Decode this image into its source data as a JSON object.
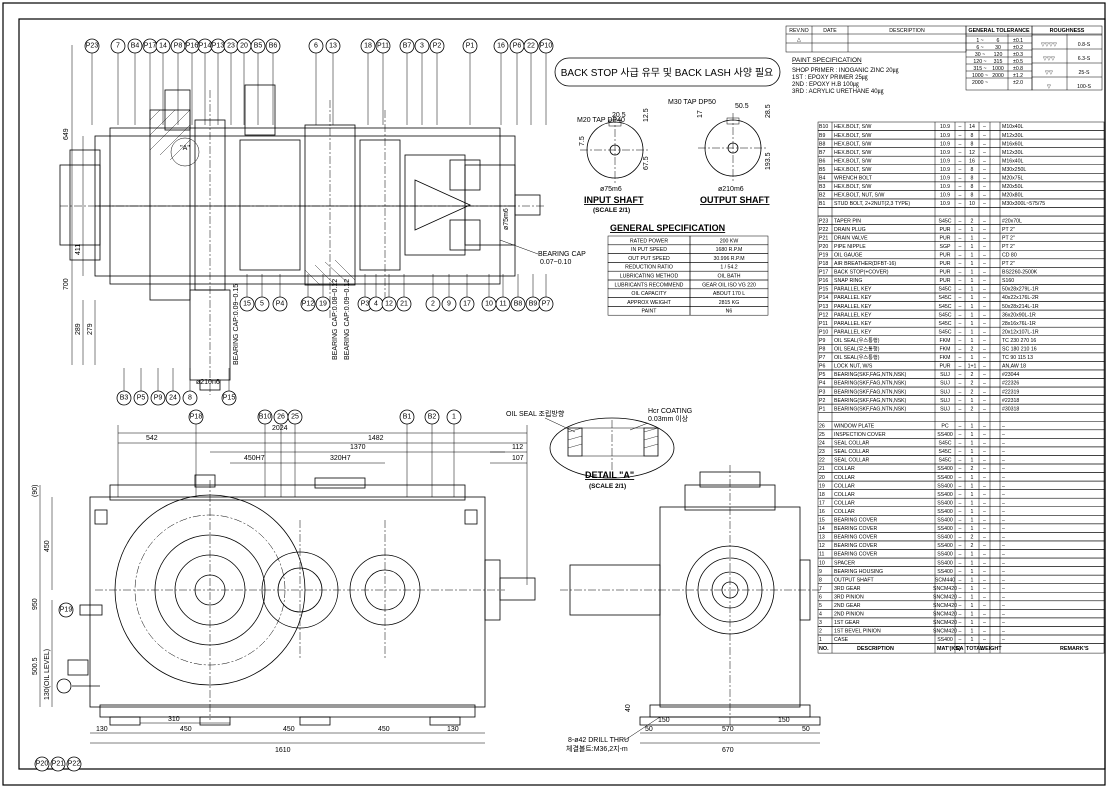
{
  "notice": "BACK STOP 사급 유무 및 BACK LASH 사양 필요",
  "revision": {
    "headers": [
      "REV.NO",
      "DATE",
      "DESCRIPTION"
    ],
    "symbol": "△"
  },
  "general_tolerance": {
    "title": "GENERAL TOLERANCE",
    "rows": [
      [
        "1 ~",
        "6",
        "±0.1"
      ],
      [
        "6 ~",
        "30",
        "±0.2"
      ],
      [
        "30 ~",
        "120",
        "±0.3"
      ],
      [
        "120 ~",
        "315",
        "±0.5"
      ],
      [
        "315 ~",
        "1000",
        "±0.8"
      ],
      [
        "1000 ~",
        "2000",
        "±1.2"
      ],
      [
        "2000 ~",
        "",
        "±2.0"
      ]
    ]
  },
  "roughness": {
    "title": "ROUGHNESS",
    "rows": [
      [
        "▽▽▽▽",
        "0.8-S"
      ],
      [
        "▽▽▽",
        "6.3-S"
      ],
      [
        "▽▽",
        "25-S"
      ],
      [
        "▽",
        "100-S"
      ]
    ]
  },
  "paint_spec": {
    "title": "PAINT SPECIFICATION",
    "lines": [
      "SHOP PRIMER : INOGANIC ZINC 20㎍",
      "1ST : EPOXY PRIMER 25㎍",
      "2ND : EPOXY H.B 100㎍",
      "3RD : ACRYLIC URETHANE 40㎍"
    ]
  },
  "input_shaft": {
    "title": "INPUT SHAFT",
    "scale": "(SCALE 2/1)",
    "tap": "M20 TAP DP40",
    "dims": [
      "20.5",
      "12.5",
      "7.5",
      "67.5",
      "ø75m6"
    ]
  },
  "output_shaft": {
    "title": "OUTPUT SHAFT",
    "tap": "M30 TAP DP50",
    "dims": [
      "50.5",
      "28.5",
      "17",
      "193.5",
      "ø210m6"
    ]
  },
  "general_spec": {
    "title": "GENERAL SPECIFICATION",
    "rows": [
      [
        "RATED POWER",
        "200 KW"
      ],
      [
        "IN PUT SPEED",
        "1680 R.P.M"
      ],
      [
        "OUT PUT SPEED",
        "30.996 R.P.M"
      ],
      [
        "REDUCTION RATIO",
        "1 / 54.2"
      ],
      [
        "LUBRICATING METHOD",
        "OIL BATH"
      ],
      [
        "LUBRICANTS RECOMMEND",
        "GEAR OIL ISO VG 220"
      ],
      [
        "OIL CAPACITY",
        "ABOUT 170 L"
      ],
      [
        "APPROX WEIGHT",
        "2815 KG"
      ],
      [
        "PAINT",
        "N6"
      ]
    ]
  },
  "detail_a": {
    "title": "DETAIL \"A\"",
    "scale": "(SCALE 2/1)",
    "oil_seal": "OIL SEAL 조립방향",
    "coating": "Hcr COATING",
    "coating2": "0.03mm 이상"
  },
  "bearing_cap_notes": [
    "BEARING CAP",
    "0.07~0.10"
  ],
  "vertical_notes": [
    "BEARING CAP:0.09~0.15",
    "BEARING CAP:0.08~0.12",
    "BEARING CAP:0.09~0.12"
  ],
  "top_view": {
    "balloons_top": [
      "P23",
      "7",
      "B4",
      "P17",
      "14",
      "P8",
      "P16",
      "P14",
      "P13",
      "23",
      "20",
      "B5",
      "B6",
      "6",
      "13",
      "18",
      "P11",
      "B7",
      "3",
      "P2",
      "P1",
      "16",
      "P6",
      "22",
      "P10"
    ],
    "balloons_bottom": [
      "B3",
      "P5",
      "P9",
      "24",
      "8",
      "P15",
      "15",
      "5",
      "P4",
      "P12",
      "19",
      "P3",
      "4",
      "12",
      "21",
      "2",
      "9",
      "17",
      "10",
      "11",
      "B8",
      "B9",
      "P7"
    ],
    "label_A": "\"A\"",
    "dims": [
      "649",
      "411",
      "700",
      "289",
      "279",
      "ø210n6",
      "ø75m6"
    ]
  },
  "front_view": {
    "balloons": [
      "P18",
      "B10",
      "26",
      "25",
      "B1",
      "B2",
      "1",
      "P19",
      "P20",
      "P21",
      "P22"
    ],
    "dims_top": [
      "2024",
      "1482",
      "542",
      "1370",
      "450H7",
      "320H7",
      "112",
      "107"
    ],
    "dims_side": [
      "(90)",
      "450",
      "950",
      "500.5",
      "130(OIL LEVEL)"
    ],
    "dims_bottom": [
      "130",
      "310",
      "450",
      "450",
      "450",
      "130",
      "1610"
    ]
  },
  "side_view": {
    "dims": [
      "150",
      "570",
      "150",
      "670",
      "50",
      "50",
      "40"
    ],
    "note": "8-ø42 DRILL THRU",
    "note2": "체결볼트:M36,2지-m"
  },
  "parts_list": {
    "headers": [
      "NO.",
      "DESCRIPTION",
      "MAT'(KS)",
      "EA",
      "TOTAL",
      "WEIGHT",
      "REMARK'S"
    ],
    "rows": [
      [
        "B10",
        "HEX.BOLT, S/W",
        "10.9",
        "–",
        "14",
        "–",
        "M10x40L"
      ],
      [
        "B9",
        "HEX.BOLT, S/W",
        "10.9",
        "–",
        "8",
        "–",
        "M12x30L"
      ],
      [
        "B8",
        "HEX.BOLT, S/W",
        "10.9",
        "–",
        "8",
        "–",
        "M16x60L"
      ],
      [
        "B7",
        "HEX.BOLT, S/W",
        "10.9",
        "–",
        "12",
        "–",
        "M12x30L"
      ],
      [
        "B6",
        "HEX.BOLT, S/W",
        "10.9",
        "–",
        "16",
        "–",
        "M16x40L"
      ],
      [
        "B5",
        "HEX.BOLT, S/W",
        "10.9",
        "–",
        "8",
        "–",
        "M30x250L"
      ],
      [
        "B4",
        "WRENCH BOLT",
        "10.9",
        "–",
        "8",
        "–",
        "M20x75L"
      ],
      [
        "B3",
        "HEX.BOLT, S/W",
        "10.9",
        "–",
        "8",
        "–",
        "M20x50L"
      ],
      [
        "B2",
        "HEX.BOLT, NUT, S/W",
        "10.9",
        "–",
        "8",
        "–",
        "M20x80L"
      ],
      [
        "B1",
        "STUD BOLT, 2+2NUT(2,3 TYPE)",
        "10.9",
        "–",
        "10",
        "–",
        "M30x300L~575/75"
      ],
      [
        "",
        "",
        "",
        "",
        "",
        "",
        ""
      ],
      [
        "P23",
        "TAPER PIN",
        "S45C",
        "–",
        "2",
        "–",
        "#20x70L"
      ],
      [
        "P22",
        "DRAIN PLUG",
        "PUR",
        "–",
        "1",
        "–",
        "PT 2\""
      ],
      [
        "P21",
        "DRAIN VALVE",
        "PUR",
        "–",
        "1",
        "–",
        "PT 2\""
      ],
      [
        "P20",
        "PIPE NIPPLE",
        "SGP",
        "–",
        "1",
        "–",
        "PT 2\""
      ],
      [
        "P19",
        "OIL GAUGE",
        "PUR",
        "–",
        "1",
        "–",
        "CD 80"
      ],
      [
        "P18",
        "AIR BREATHER(DFBT-16)",
        "PUR",
        "–",
        "1",
        "–",
        "PT 2\""
      ],
      [
        "P17",
        "BACK STOP(+COVER)",
        "PUR",
        "–",
        "1",
        "–",
        "BS2260-2500K"
      ],
      [
        "P16",
        "SNAP RING",
        "PUR",
        "–",
        "1",
        "–",
        "S160"
      ],
      [
        "P15",
        "PARALLEL KEY",
        "S45C",
        "–",
        "1",
        "–",
        "50x28x279L-1R"
      ],
      [
        "P14",
        "PARALLEL KEY",
        "S45C",
        "–",
        "1",
        "–",
        "40x22x176L-2R"
      ],
      [
        "P13",
        "PARALLEL KEY",
        "S45C",
        "–",
        "1",
        "–",
        "50x28x214L-1R"
      ],
      [
        "P12",
        "PARALLEL KEY",
        "S45C",
        "–",
        "1",
        "–",
        "36x20x90L-1R"
      ],
      [
        "P11",
        "PARALLEL KEY",
        "S45C",
        "–",
        "1",
        "–",
        "28x16x76L-1R"
      ],
      [
        "P10",
        "PARALLEL KEY",
        "S45C",
        "–",
        "1",
        "–",
        "20x12x107L-1R"
      ],
      [
        "P9",
        "OIL SEAL(우스통행)",
        "FKM",
        "–",
        "1",
        "–",
        "TC 230 270 16"
      ],
      [
        "P8",
        "OIL SEAL(우스통행)",
        "FKM",
        "–",
        "2",
        "–",
        "SC 180 210 16"
      ],
      [
        "P7",
        "OIL SEAL(우스통행)",
        "FKM",
        "–",
        "1",
        "–",
        "TC 90 115 13"
      ],
      [
        "P6",
        "LOCK NUT, W/S",
        "PUR",
        "–",
        "1+1",
        "–",
        "AN,AW 18"
      ],
      [
        "P5",
        "BEARING(SKF,FAG,NTN,NSK)",
        "SUJ",
        "–",
        "2",
        "–",
        "#23044"
      ],
      [
        "P4",
        "BEARING(SKF,FAG,NTN,NSK)",
        "SUJ",
        "–",
        "2",
        "–",
        "#22326"
      ],
      [
        "P3",
        "BEARING(SKF,FAG,NTN,NSK)",
        "SUJ",
        "–",
        "2",
        "–",
        "#22319"
      ],
      [
        "P2",
        "BEARING(SKF,FAG,NTN,NSK)",
        "SUJ",
        "–",
        "1",
        "–",
        "#22318"
      ],
      [
        "P1",
        "BEARING(SKF,FAG,NTN,NSK)",
        "SUJ",
        "–",
        "2",
        "–",
        "#30318"
      ],
      [
        "",
        "",
        "",
        "",
        "",
        "",
        ""
      ],
      [
        "26",
        "WINDOW PLATE",
        "PC",
        "–",
        "1",
        "–",
        "–"
      ],
      [
        "25",
        "INSPECTION COVER",
        "SS400",
        "–",
        "1",
        "–",
        "–"
      ],
      [
        "24",
        "SEAL COLLAR",
        "S45C",
        "–",
        "1",
        "–",
        "–"
      ],
      [
        "23",
        "SEAL COLLAR",
        "S45C",
        "–",
        "1",
        "–",
        "–"
      ],
      [
        "22",
        "SEAL COLLAR",
        "S45C",
        "–",
        "1",
        "–",
        "–"
      ],
      [
        "21",
        "COLLAR",
        "SS400",
        "–",
        "2",
        "–",
        "–"
      ],
      [
        "20",
        "COLLAR",
        "SS400",
        "–",
        "1",
        "–",
        "–"
      ],
      [
        "19",
        "COLLAR",
        "SS400",
        "–",
        "1",
        "–",
        "–"
      ],
      [
        "18",
        "COLLAR",
        "SS400",
        "–",
        "1",
        "–",
        "–"
      ],
      [
        "17",
        "COLLAR",
        "SS400",
        "–",
        "1",
        "–",
        "–"
      ],
      [
        "16",
        "COLLAR",
        "SS400",
        "–",
        "1",
        "–",
        "–"
      ],
      [
        "15",
        "BEARING COVER",
        "SS400",
        "–",
        "1",
        "–",
        "–"
      ],
      [
        "14",
        "BEARING COVER",
        "SS400",
        "–",
        "1",
        "–",
        "–"
      ],
      [
        "13",
        "BEARING COVER",
        "SS400",
        "–",
        "2",
        "–",
        "–"
      ],
      [
        "12",
        "BEARING COVER",
        "SS400",
        "–",
        "2",
        "–",
        "–"
      ],
      [
        "11",
        "BEARING COVER",
        "SS400",
        "–",
        "1",
        "–",
        "–"
      ],
      [
        "10",
        "SPACER",
        "SS400",
        "–",
        "1",
        "–",
        "–"
      ],
      [
        "9",
        "BEARING HOUSING",
        "SS400",
        "–",
        "1",
        "–",
        "–"
      ],
      [
        "8",
        "OUTPUT SHAFT",
        "SCM440",
        "–",
        "1",
        "–",
        "–"
      ],
      [
        "7",
        "3RD GEAR",
        "SNCM420",
        "–",
        "1",
        "–",
        "–"
      ],
      [
        "6",
        "3RD PINION",
        "SNCM420",
        "–",
        "1",
        "–",
        "–"
      ],
      [
        "5",
        "2ND GEAR",
        "SNCM420",
        "–",
        "1",
        "–",
        "–"
      ],
      [
        "4",
        "2ND PINION",
        "SNCM420",
        "–",
        "1",
        "–",
        "–"
      ],
      [
        "3",
        "1ST GEAR",
        "SNCM420",
        "–",
        "1",
        "–",
        "–"
      ],
      [
        "2",
        "1ST BEVEL PINION",
        "SNCM420",
        "–",
        "1",
        "–",
        "–"
      ],
      [
        "1",
        "CASE",
        "SS400",
        "–",
        "1",
        "–",
        "–"
      ]
    ]
  }
}
